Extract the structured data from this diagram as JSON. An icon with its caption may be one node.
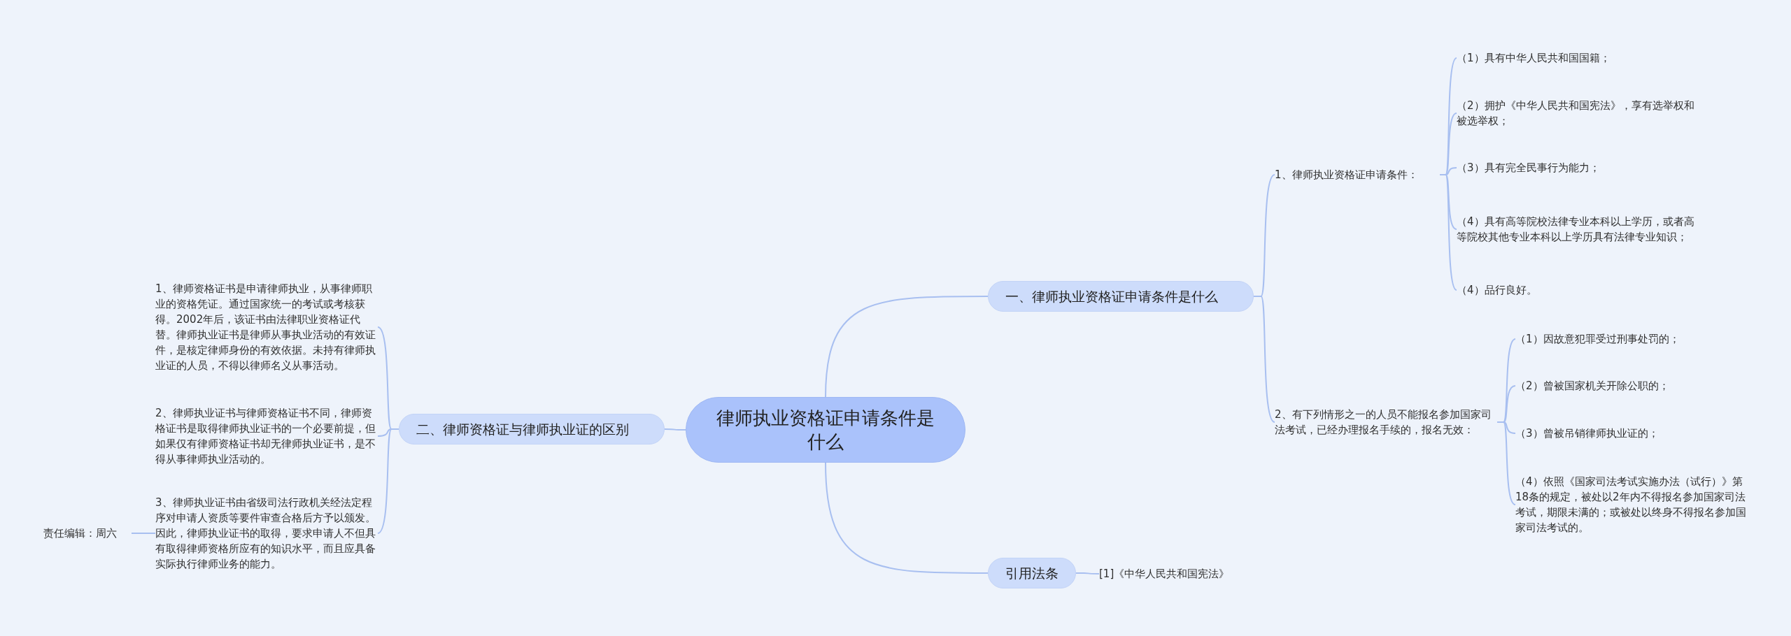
{
  "diagram": {
    "nodes": [
      {
        "text": [
          "律师执业资格证申请条件是什么"
        ]
      },
      {
        "text": [
          "一、律师执业资格证申请条件是什么"
        ]
      },
      {
        "text": [
          "二、律师资格证与律师执业证的区别"
        ]
      },
      {
        "text": [
          "引用法条"
        ]
      },
      {
        "text": [
          "1、律师执业资格证申请条件："
        ]
      },
      {
        "text": [
          "（1）具有中华人民共和国国籍；"
        ]
      },
      {
        "text": [
          "（2）拥护《中华人民共和国宪法》，享有选举权和被选举权；"
        ]
      },
      {
        "text": [
          "（3）具有完全民事行为能力；"
        ]
      },
      {
        "text": [
          "（4）具有高等院校法律专业本科以上学历，或者高等院校其他专业本科以上学历具有法律专业知识；"
        ]
      },
      {
        "text": [
          "（4）品行良好。"
        ]
      },
      {
        "text": [
          "2、有下列情形之一的人员不能报名参加国家司法考试，已经办理报名手续的，报名无效："
        ]
      },
      {
        "text": [
          "（1）因故意犯罪受过刑事处罚的；"
        ]
      },
      {
        "text": [
          "（2）曾被国家机关开除公职的；"
        ]
      },
      {
        "text": [
          "（3）曾被吊销律师执业证的；"
        ]
      },
      {
        "text": [
          "（4）依照《国家司法考试实施办法（试行）》第18条的规定，被处以2年内不得报名参加国家司法考试，期限未满的；或被处以终身不得报名参加国家司法考试的。"
        ]
      },
      {
        "text": [
          "[1]《中华人民共和国宪法》"
        ]
      },
      {
        "text": [
          "1、律师资格证书是申请律师执业，从事律师职业的资格凭证。通过国家统一的考试或考核获得。2002年后，该证书由法律职业资格证代替。律师执业证书是律师从事执业活动的有效证件，是核定律师身份的有效依据。未持有律师执业证的人员，不得以律师名义从事活动。"
        ]
      },
      {
        "text": [
          "2、律师执业证书与律师资格证书不同，律师资格证书是取得律师执业证书的一个必要前提，但如果仅有律师资格证书却无律师执业证书，是不得从事律师执业活动的。"
        ]
      },
      {
        "text": [
          "3、律师执业证书由省级司法行政机关经法定程序对申请人资质等要件审查合格后方予以颁发。因此，律师执业证书的取得，要求申请人不但具有取得律师资格所应有的知识水平，而且应具备实际执行律师业务的能力。"
        ]
      },
      {
        "text": [
          "责任编辑：周六"
        ]
      }
    ],
    "edges": [
      {
        "from": 0,
        "to": 1,
        "arrow": "none"
      },
      {
        "from": 0,
        "to": 2,
        "arrow": "none"
      },
      {
        "from": 0,
        "to": 3,
        "arrow": "none"
      },
      {
        "from": 1,
        "to": 4,
        "arrow": "none"
      },
      {
        "from": 4,
        "to": 5,
        "arrow": "none"
      },
      {
        "from": 4,
        "to": 6,
        "arrow": "none"
      },
      {
        "from": 4,
        "to": 7,
        "arrow": "none"
      },
      {
        "from": 4,
        "to": 8,
        "arrow": "none"
      },
      {
        "from": 4,
        "to": 9,
        "arrow": "none"
      },
      {
        "from": 1,
        "to": 10,
        "arrow": "none"
      },
      {
        "from": 10,
        "to": 11,
        "arrow": "none"
      },
      {
        "from": 10,
        "to": 12,
        "arrow": "none"
      },
      {
        "from": 10,
        "to": 13,
        "arrow": "none"
      },
      {
        "from": 10,
        "to": 14,
        "arrow": "none"
      },
      {
        "from": 3,
        "to": 15,
        "arrow": "none"
      },
      {
        "from": 2,
        "to": 16,
        "arrow": "none"
      },
      {
        "from": 2,
        "to": 17,
        "arrow": "none"
      },
      {
        "from": 2,
        "to": 18,
        "arrow": "none"
      },
      {
        "from": 18,
        "to": 19,
        "arrow": "none"
      }
    ]
  }
}
